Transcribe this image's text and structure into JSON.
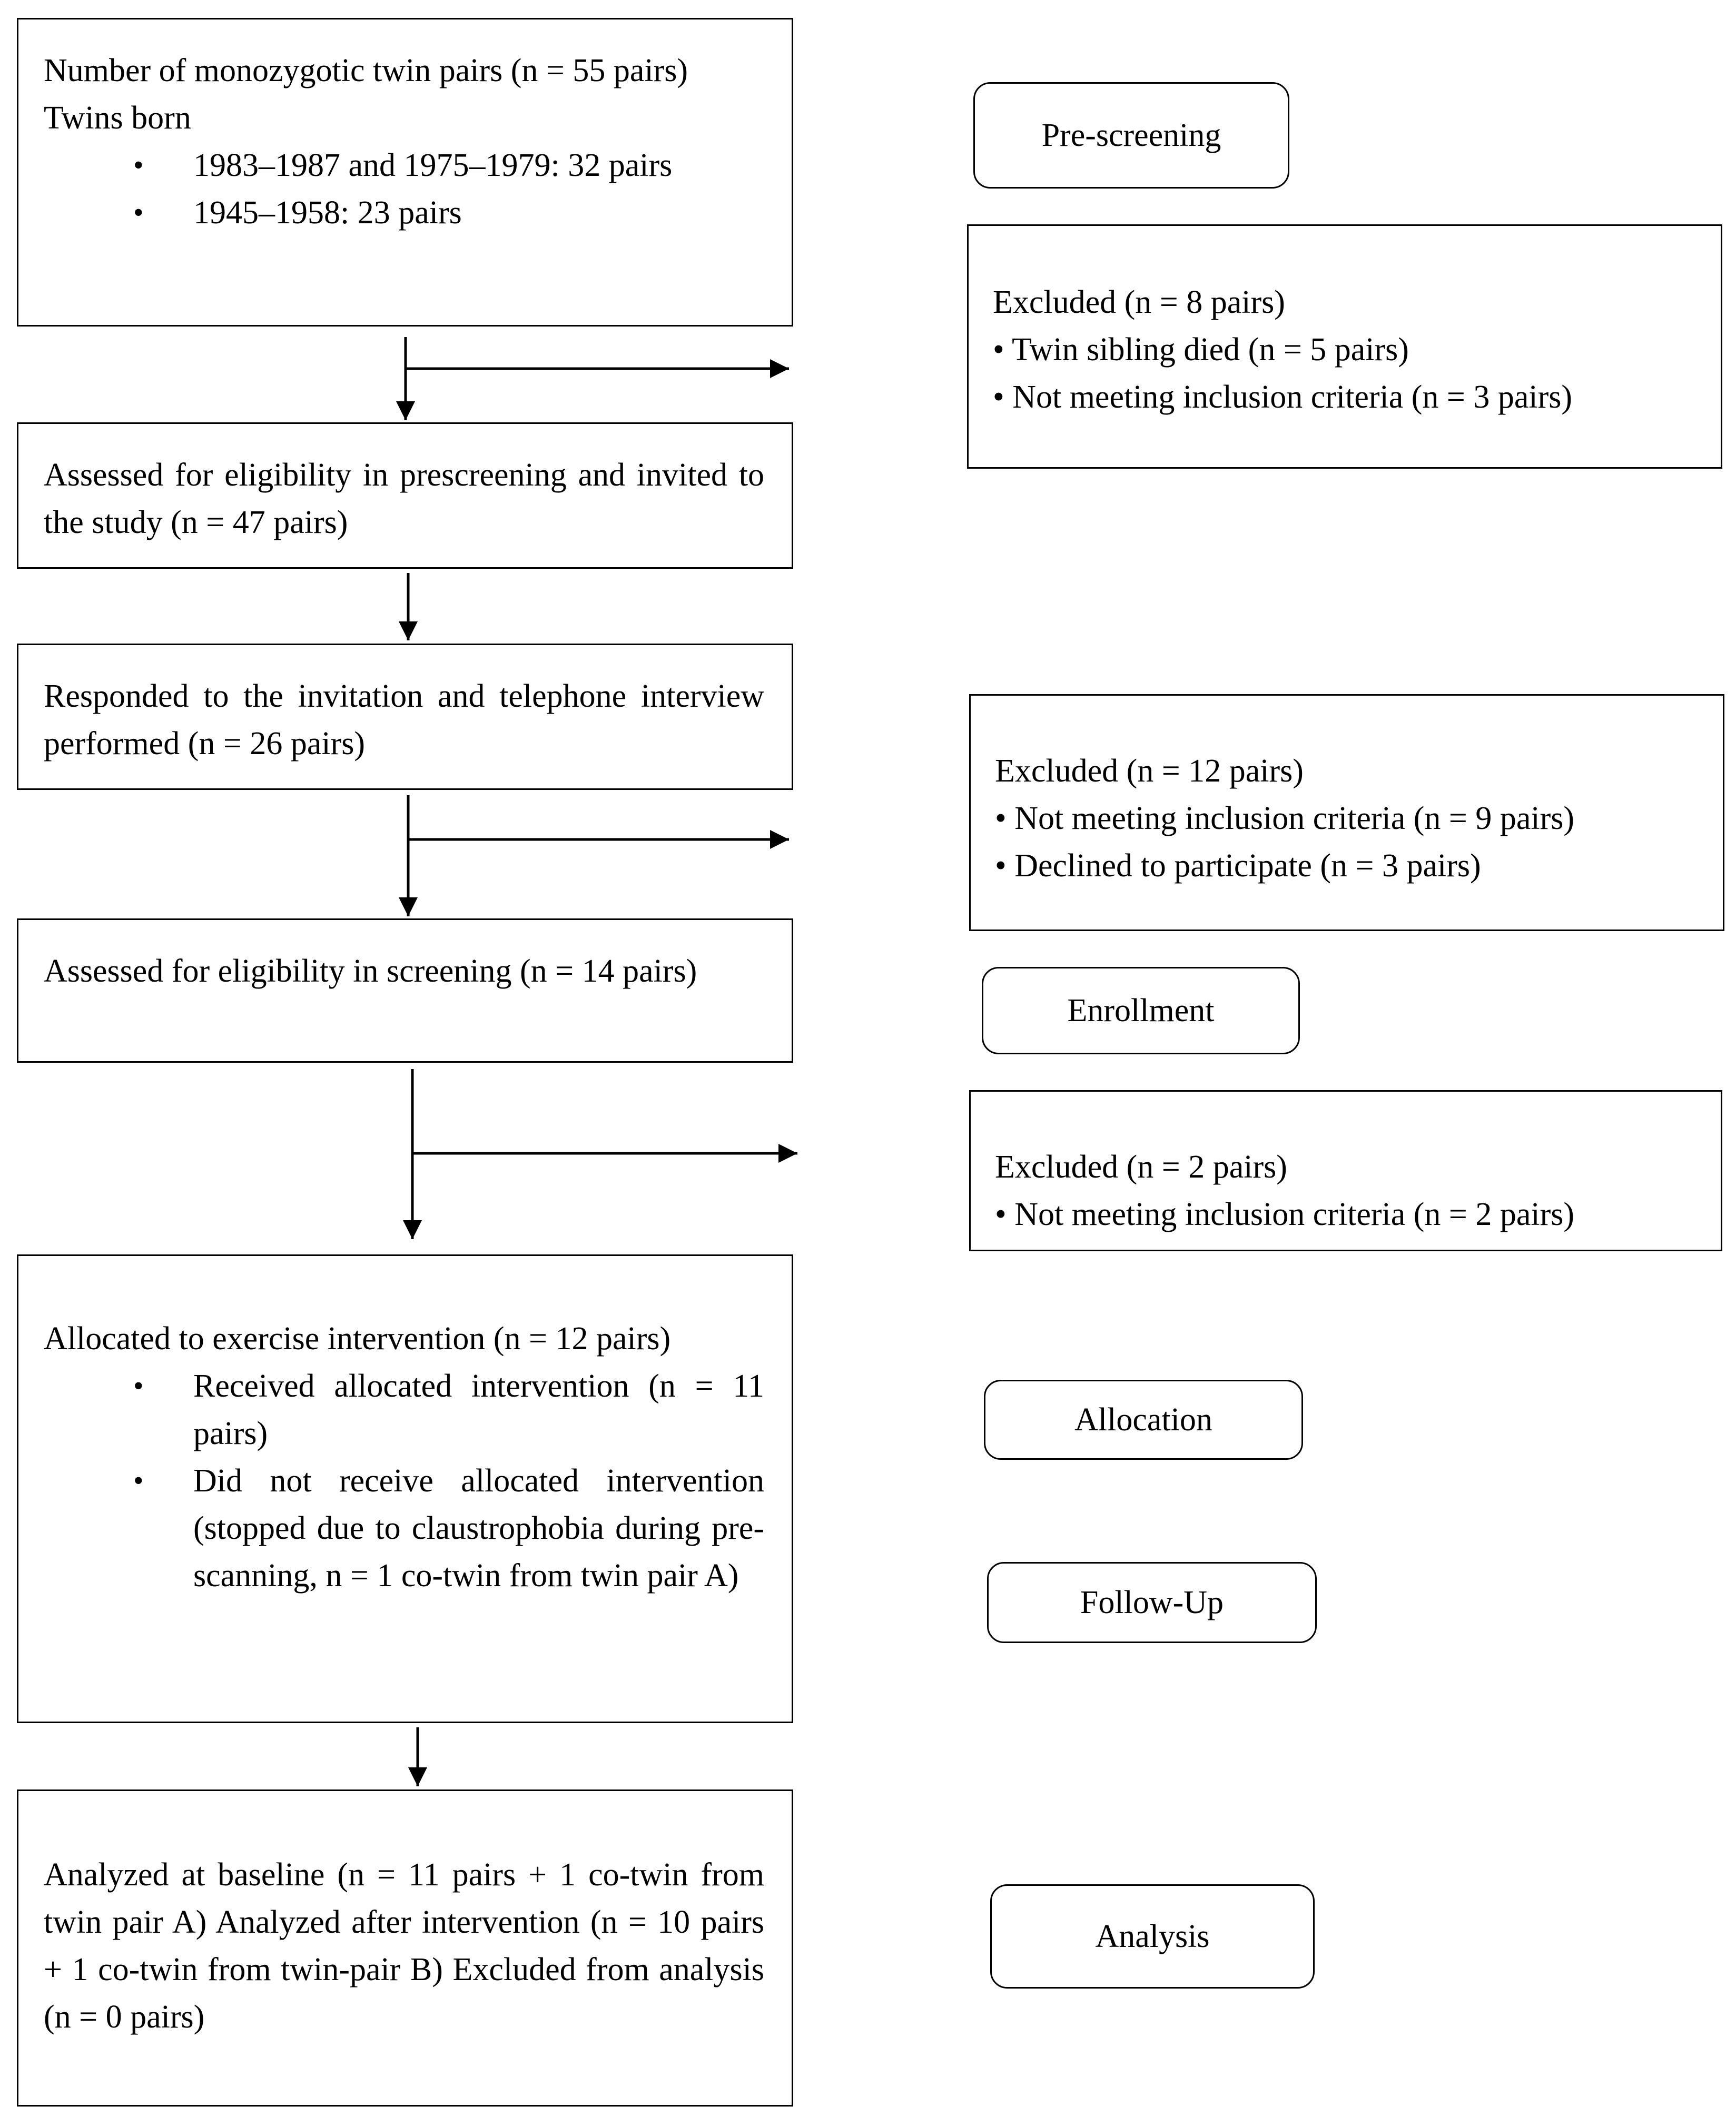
{
  "flow": {
    "box1": {
      "line1": "Number of monozygotic twin pairs (n = 55 pairs)",
      "line2": "Twins born",
      "bullets": [
        "1983–1987 and 1975–1979: 32 pairs",
        "1945–1958: 23 pairs"
      ]
    },
    "box2": "Assessed for eligibility in prescreening and invited to the study (n = 47 pairs)",
    "box3": "Responded to the invitation and telephone interview performed (n = 26 pairs)",
    "box4": "Assessed for eligibility in screening (n = 14 pairs)",
    "box5": {
      "line1": "Allocated to exercise intervention (n = 12 pairs)",
      "bullets": [
        "Received allocated intervention (n = 11 pairs)",
        "Did not receive allocated intervention (stopped due to claustrophobia during pre-scanning, n = 1 co-twin from twin pair A)"
      ]
    },
    "box6": "Analyzed at baseline (n = 11 pairs + 1 co-twin from twin pair A) Analyzed after intervention (n = 10 pairs + 1 co-twin from twin-pair B) Excluded from analysis (n = 0 pairs)"
  },
  "exclusions": [
    {
      "title": "Excluded (n = 8 pairs)",
      "items": [
        "• Twin sibling died (n = 5 pairs)",
        "• Not meeting inclusion criteria (n = 3 pairs)"
      ]
    },
    {
      "title": "Excluded (n = 12 pairs)",
      "items": [
        "• Not meeting inclusion criteria (n = 9 pairs)",
        "• Declined to participate (n = 3 pairs)"
      ]
    },
    {
      "title": "Excluded (n = 2 pairs)",
      "items": [
        "• Not meeting inclusion criteria (n = 2 pairs)"
      ]
    }
  ],
  "stages": [
    "Pre-screening",
    "Enrollment",
    "Allocation",
    "Follow-Up",
    "Analysis"
  ]
}
